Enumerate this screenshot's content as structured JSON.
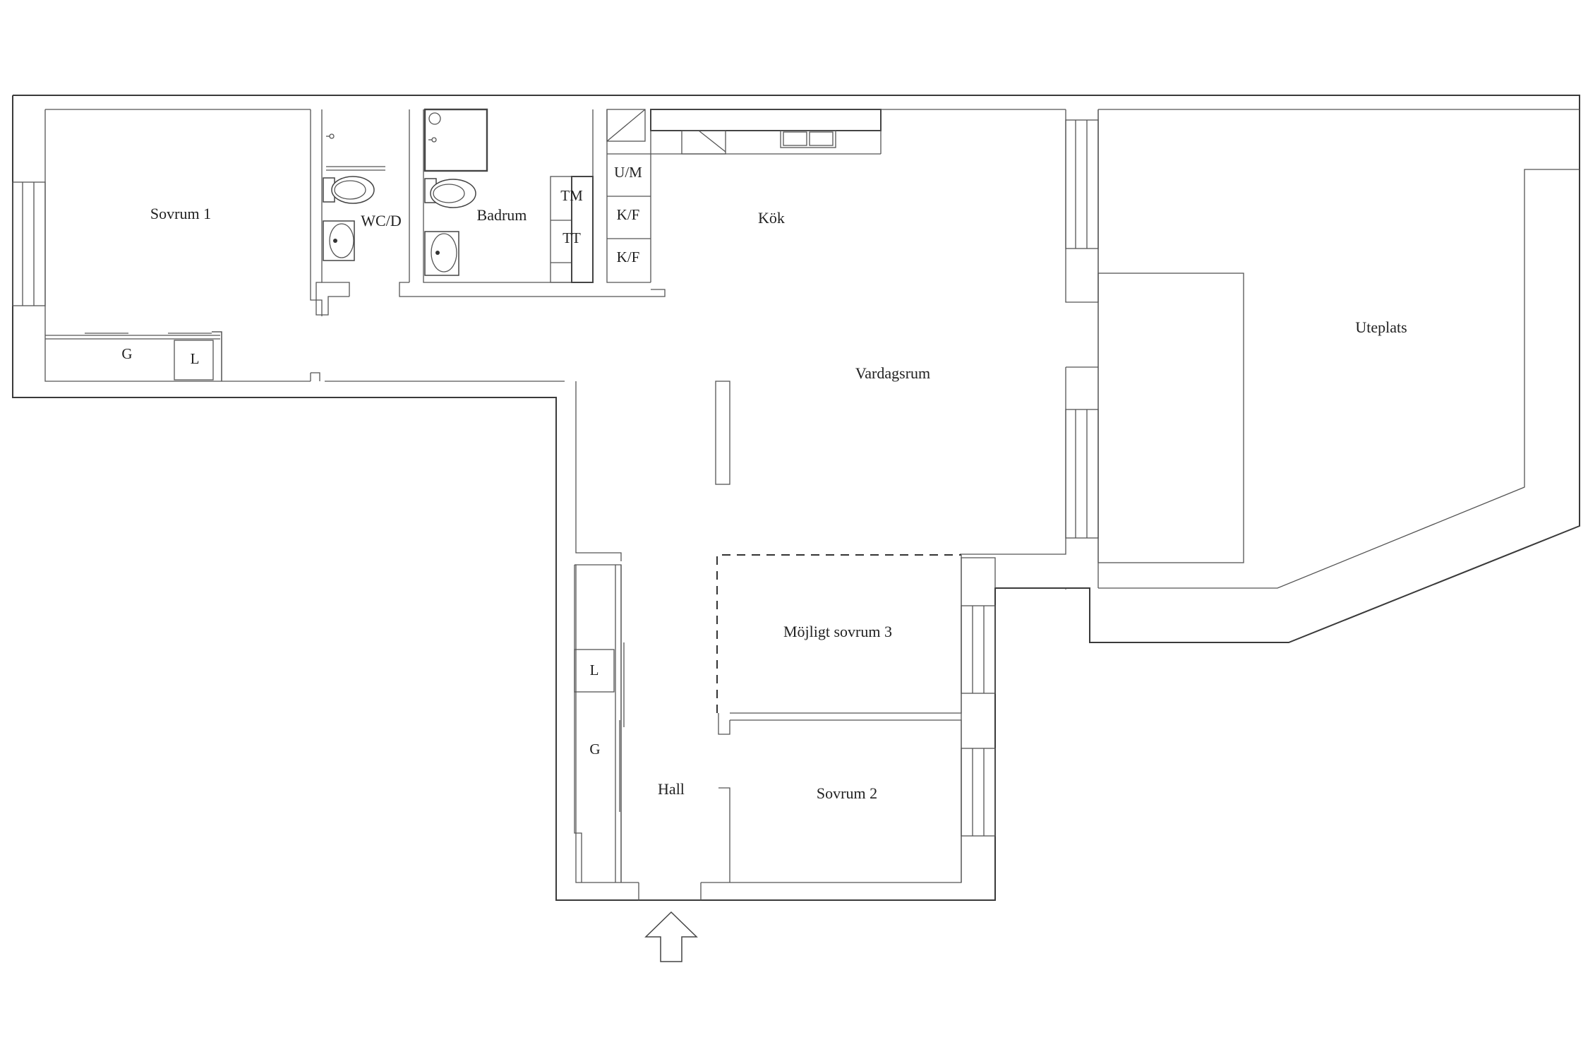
{
  "rooms": {
    "sovrum1": "Sovrum 1",
    "wcd": "WC/D",
    "badrum": "Badrum",
    "kok": "Kök",
    "vardagsrum": "Vardagsrum",
    "uteplats": "Uteplats",
    "mojligt_sovrum3": "Möjligt sovrum 3",
    "sovrum2": "Sovrum 2",
    "hall": "Hall"
  },
  "fixtures": {
    "wardrobe_g": "G",
    "linen_l": "L",
    "tm": "TM",
    "tt": "TT",
    "um": "U/M",
    "kf": "K/F"
  },
  "icons": {
    "entrance": "entrance-arrow-icon",
    "toilet": "toilet-icon",
    "sink": "sink-icon",
    "shower": "shower-icon",
    "kitchen_sink": "kitchen-sink-icon",
    "window": "window-icon"
  },
  "colors": {
    "line": "#3a3a3a",
    "background": "#ffffff"
  }
}
